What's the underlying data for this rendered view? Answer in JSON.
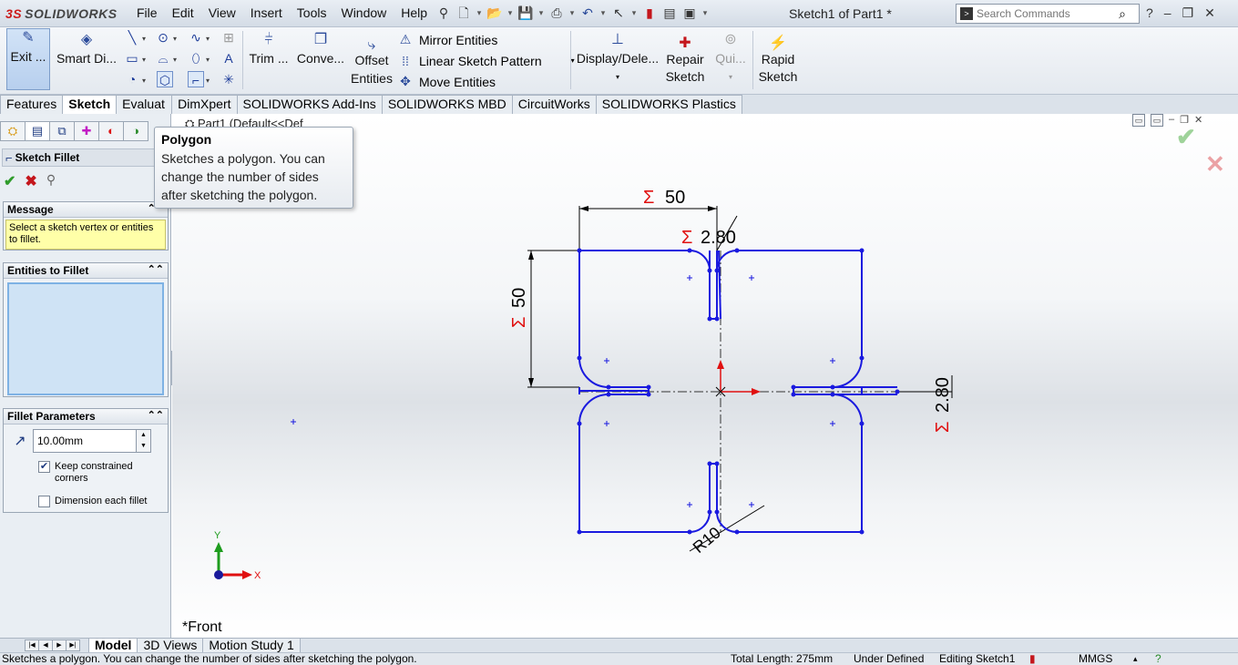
{
  "app": {
    "logo_ds": "3S",
    "logo_text": "SOLIDWORKS",
    "document_title": "Sketch1 of Part1 *"
  },
  "menu": [
    "File",
    "Edit",
    "View",
    "Insert",
    "Tools",
    "Window",
    "Help"
  ],
  "search": {
    "placeholder": "Search Commands"
  },
  "ribbon": {
    "exit_sketch": "Exit ...",
    "smart_dimension": "Smart Di...",
    "trim": "Trim ...",
    "convert": "Conve...",
    "offset_line1": "Offset",
    "offset_line2": "Entities",
    "mirror": "Mirror Entities",
    "linear_pattern": "Linear Sketch Pattern",
    "move": "Move Entities",
    "display_delete": "Display/Dele...",
    "repair_line1": "Repair",
    "repair_line2": "Sketch",
    "quick": "Qui...",
    "rapid_line1": "Rapid",
    "rapid_line2": "Sketch"
  },
  "tabs": [
    {
      "label": "Features",
      "active": false
    },
    {
      "label": "Sketch",
      "active": true
    },
    {
      "label": "Evaluat",
      "active": false
    },
    {
      "label": "DimXpert",
      "active": false
    },
    {
      "label": "SOLIDWORKS Add-Ins",
      "active": false
    },
    {
      "label": "SOLIDWORKS MBD",
      "active": false
    },
    {
      "label": "CircuitWorks",
      "active": false
    },
    {
      "label": "SOLIDWORKS Plastics",
      "active": false
    }
  ],
  "property_manager": {
    "title": "Sketch Fillet",
    "message_header": "Message",
    "message_text": "Select a sketch vertex or entities to fillet.",
    "entities_header": "Entities to Fillet",
    "params_header": "Fillet Parameters",
    "radius_value": "10.00mm",
    "keep_corners_label": "Keep constrained corners",
    "keep_corners_checked": true,
    "dimension_each_label": "Dimension each fillet",
    "dimension_each_checked": false
  },
  "tooltip": {
    "title": "Polygon",
    "body": "Sketches a polygon. You can change the number of sides after sketching the polygon."
  },
  "graphics": {
    "tree_flyout": "Part1  (Default<<Def",
    "view_label": "*Front",
    "dimensions": {
      "width": "50",
      "height": "50",
      "slot_top": "2.80",
      "slot_right": "2.80",
      "radius": "R10"
    },
    "axis_x": "X",
    "axis_y": "Y"
  },
  "bottom_tabs": [
    {
      "label": "Model",
      "active": true
    },
    {
      "label": "3D Views",
      "active": false
    },
    {
      "label": "Motion Study 1",
      "active": false
    }
  ],
  "status": {
    "message": "Sketches a polygon. You can change the number of sides after sketching the polygon.",
    "total_length": "Total Length: 275mm",
    "definition": "Under Defined",
    "mode": "Editing Sketch1",
    "units": "MMGS"
  },
  "colors": {
    "sketch_blue": "#1a1adf",
    "dim_black": "#000000",
    "sigma_red": "#e01010"
  }
}
